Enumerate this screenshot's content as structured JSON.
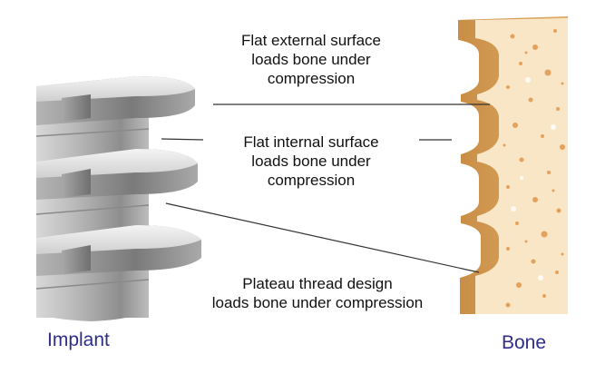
{
  "annotations": {
    "external_surface": [
      "Flat external surface",
      "loads bone under",
      "compression"
    ],
    "internal_surface": [
      "Flat internal surface",
      "loads bone under",
      "compression"
    ],
    "plateau_thread": [
      "Plateau thread design",
      "loads bone under compression"
    ]
  },
  "labels": {
    "implant": "Implant",
    "bone": "Bone"
  },
  "colors": {
    "label_blue": "#2e2e8a",
    "implant_steel": "#9a9a9a",
    "bone_cortical": "#d9a35e",
    "bone_marrow": "#f8e6c6",
    "bone_pores": "#e08a3a",
    "leader_line": "#333333"
  }
}
